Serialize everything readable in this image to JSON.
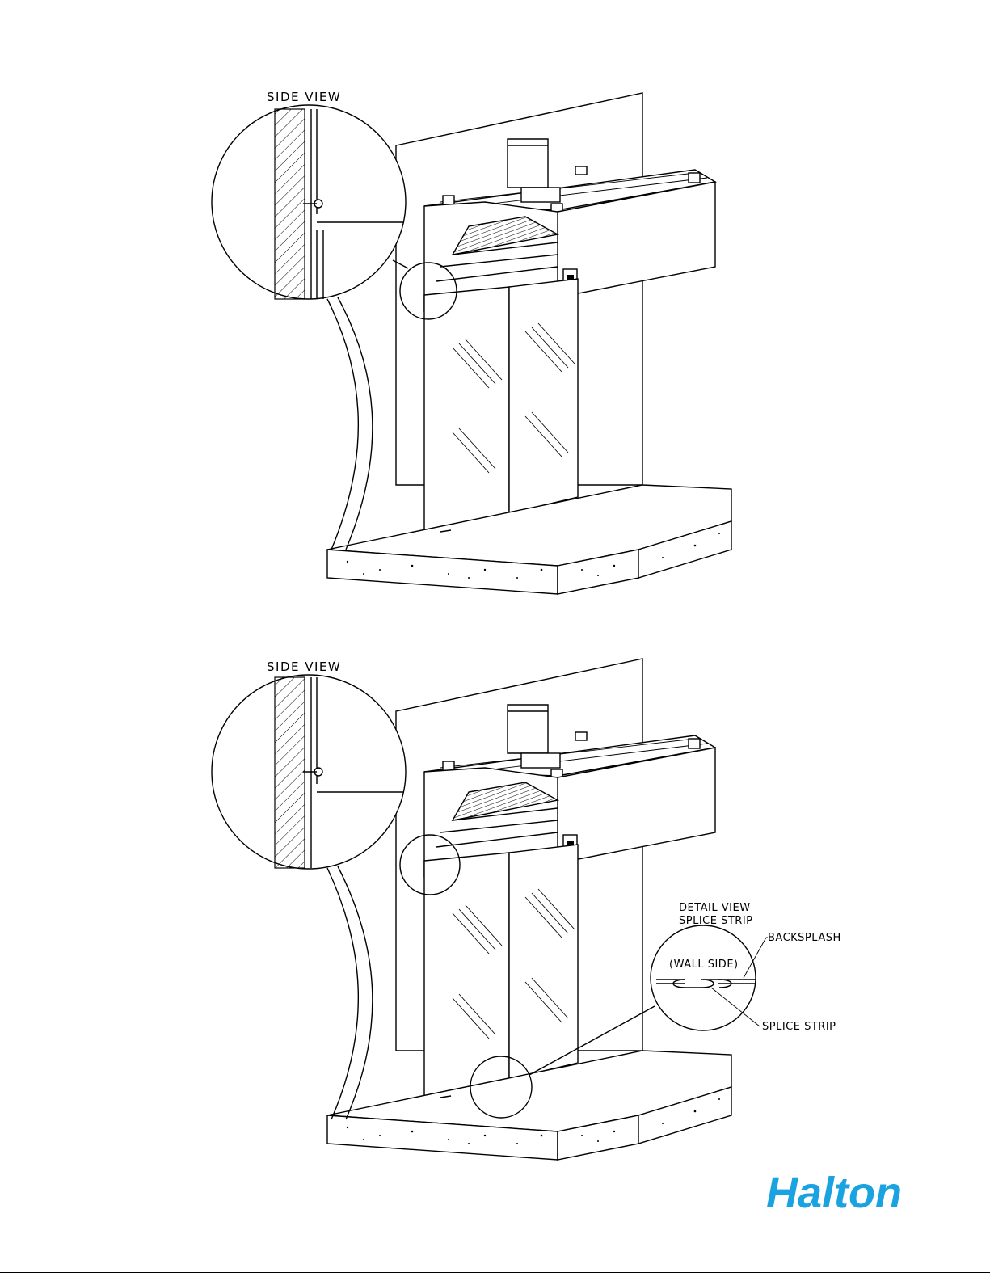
{
  "figure_top": {
    "side_view_label": "SIDE VIEW"
  },
  "figure_bottom": {
    "side_view_label": "SIDE VIEW",
    "detail_title_line1": "DETAIL VIEW",
    "detail_title_line2": "SPLICE STRIP",
    "callout_backsplash": "BACKSPLASH",
    "callout_wall_side": "(WALL SIDE)",
    "callout_splice_strip": "SPLICE STRIP"
  },
  "brand": {
    "logo_text": "Halton",
    "logo_color": "#1aa3e0"
  },
  "colors": {
    "line": "#000000",
    "background": "#ffffff",
    "footer_link": "#2b4cc7"
  }
}
